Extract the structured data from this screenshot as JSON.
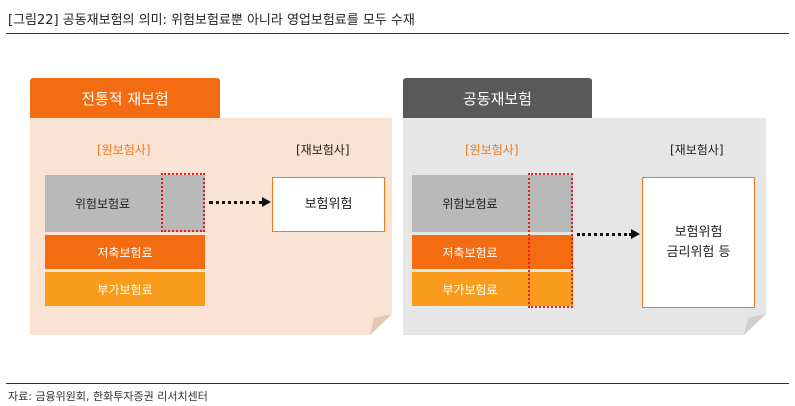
{
  "figure": {
    "title": "[그림22]  공동재보험의 의미: 위험보험료뿐 아니라 영업보험료를 모두 수재",
    "source": "자료: 금융위원회, 한화투자증권 리서치센터"
  },
  "left_panel": {
    "tab": "전통적 재보험",
    "insurer_label": "[원보험사]",
    "reinsurer_label": "[재보험사]",
    "blocks": [
      "위험보험료",
      "저축보험료",
      "부가보험료"
    ],
    "target": [
      "보험위험"
    ]
  },
  "right_panel": {
    "tab": "공동재보험",
    "insurer_label": "[원보험사]",
    "reinsurer_label": "[재보험사]",
    "blocks": [
      "위험보험료",
      "저축보험료",
      "부가보험료"
    ],
    "target": [
      "보험위험",
      "금리위험 등"
    ]
  },
  "colors": {
    "orange": "#f36c12",
    "light_orange": "#f99b1c",
    "gray": "#b9b9b9",
    "dark_tab": "#595959",
    "left_bg": "#fbe3d3",
    "right_bg": "#e6e6e6",
    "dotted_red": "#e0201c"
  }
}
